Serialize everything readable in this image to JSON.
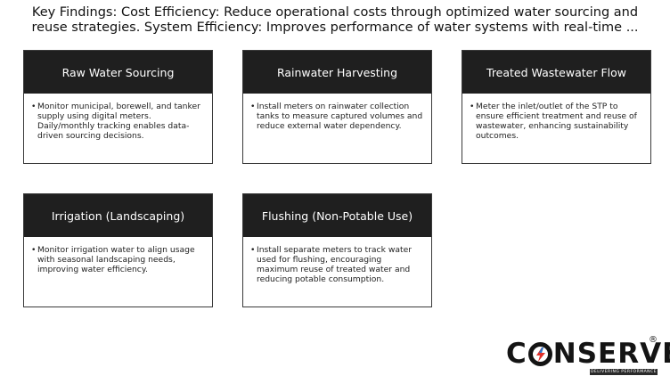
{
  "heading": "Key Findings: Cost Efficiency: Reduce operational costs through optimized water sourcing and reuse strategies. System Efficiency: Improves performance of water systems with real-time ...",
  "cards": [
    {
      "title": "Raw Water Sourcing",
      "bullet": "•",
      "text": "Monitor municipal, borewell, and tanker supply using digital meters. Daily/monthly tracking enables data-driven sourcing decisions."
    },
    {
      "title": "Rainwater Harvesting",
      "bullet": "•",
      "text": "Install meters on rainwater collection tanks to measure captured volumes and reduce external water dependency."
    },
    {
      "title": "Treated Wastewater Flow",
      "bullet": "•",
      "text": "Meter the inlet/outlet of the STP to ensure efficient treatment and reuse of wastewater, enhancing sustainability outcomes."
    },
    {
      "title": "Irrigation (Landscaping)",
      "bullet": "•",
      "text": "Monitor irrigation water to align usage with seasonal landscaping needs, improving water efficiency."
    },
    {
      "title": "Flushing (Non-Potable Use)",
      "bullet": "•",
      "text": "Install separate meters to track water used for flushing, encouraging maximum reuse of treated water and reducing potable consumption."
    }
  ],
  "logo": {
    "letter_c": "C",
    "letters_rest": "NSERVE",
    "registered": "®",
    "tagline": "DELIVERING PERFORMANCE",
    "accent_red": "#e0302a",
    "accent_blue": "#2a78d0",
    "icon": "lightning-bolt-icon"
  }
}
